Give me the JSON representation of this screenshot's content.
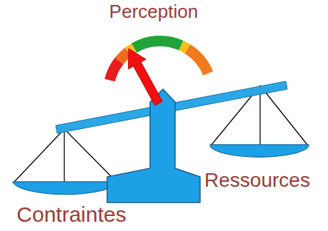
{
  "diagram": {
    "labels": [
      "Perception",
      "Ressources",
      "Contraintes"
    ]
  }
}
